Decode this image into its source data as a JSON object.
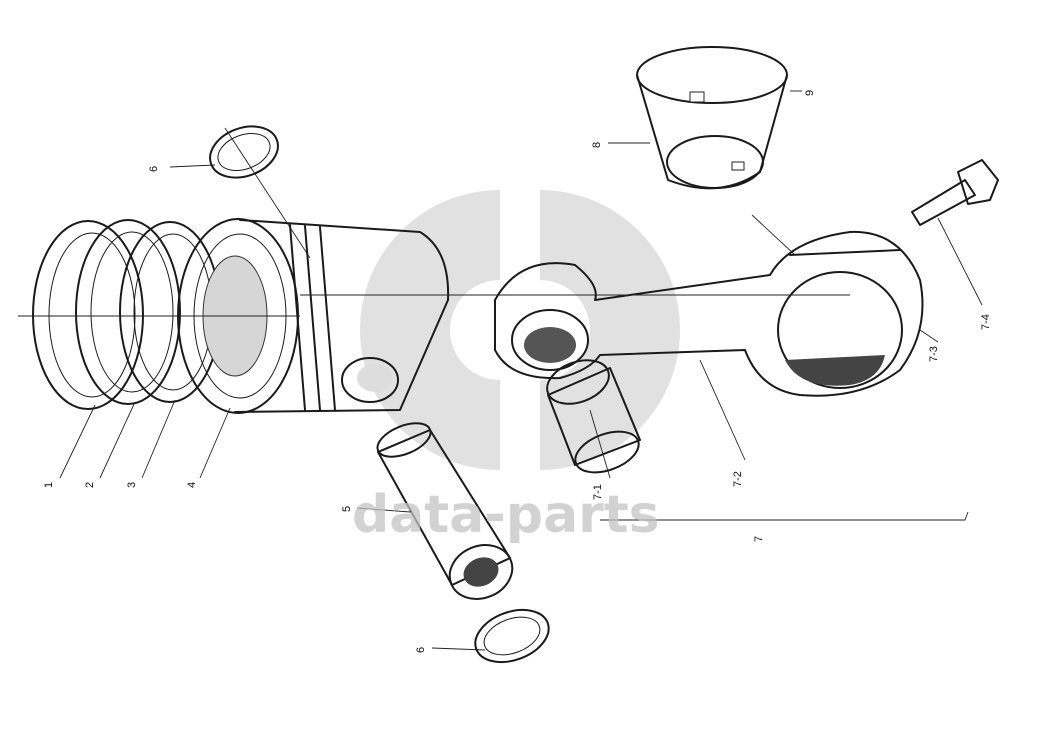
{
  "watermark": {
    "text": "data-parts",
    "color": "#c4c4c4"
  },
  "labels": {
    "l1": "1",
    "l2": "2",
    "l3": "3",
    "l4": "4",
    "l5": "5",
    "l6a": "6",
    "l6b": "6",
    "l7": "7",
    "l7_1": "7-1",
    "l7_2": "7-2",
    "l7_3": "7-3",
    "l7_4": "7-4",
    "l8": "8",
    "l9": "9"
  }
}
